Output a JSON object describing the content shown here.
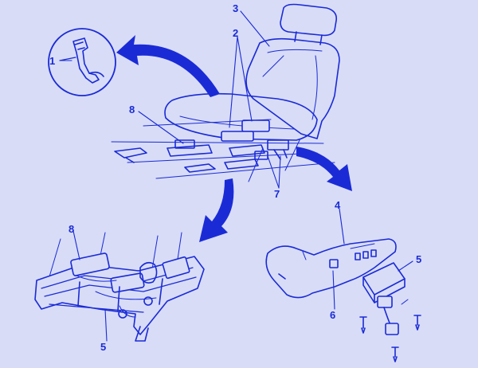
{
  "colors": {
    "background": "#d8dcf7",
    "line": "#1a2bd6",
    "fill": "#1a2bd6"
  },
  "callouts": {
    "belt_buckle": "1",
    "seat_controls": "2",
    "seat_back": "3",
    "side_panel": "4",
    "module_adjuster": "5",
    "module_panel": "5",
    "switch": "6",
    "connectors": "7",
    "harness_top": "8",
    "harness_adjuster": "8"
  }
}
